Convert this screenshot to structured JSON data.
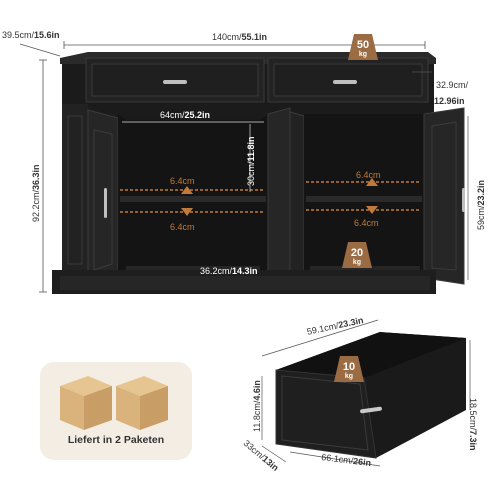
{
  "product": {
    "depth_label": "39.5cm/",
    "depth_label_bold": "15.6in",
    "width_label": "140cm/",
    "width_label_bold": "55.1in",
    "height_label": "92.2cm/",
    "height_label_bold": "36.3in",
    "top_weight": {
      "value": "50",
      "unit": "kg"
    },
    "drawer_depth_label": "32.9cm/",
    "drawer_depth_label_bold": "12.96in",
    "cabinet_width_label": "64cm/",
    "cabinet_width_label_bold": "25.2in",
    "shelf_gap_label": "30cm/",
    "shelf_gap_label_bold": "11.8in",
    "cabinet_height_label": "59cm/",
    "cabinet_height_label_bold": "23.2in",
    "shelf_adjust": [
      "6.4cm",
      "6.4cm",
      "6.4cm",
      "6.4cm"
    ],
    "shelf_weight": {
      "value": "20",
      "unit": "kg"
    },
    "shelf_depth_label": "36.2cm/",
    "shelf_depth_label_bold": "14.3in"
  },
  "drawer": {
    "width_label": "59.1cm/",
    "width_label_bold": "23.3in",
    "height_right_label": "18.5cm/",
    "height_right_label_bold": "7.3in",
    "height_left_label": "11.8cm/",
    "height_left_label_bold": "4.6in",
    "depth_label": "33cm/",
    "depth_label_bold": "13in",
    "front_width_label": "66.1cm/",
    "front_width_label_bold": "26in",
    "weight": {
      "value": "10",
      "unit": "kg"
    }
  },
  "shipping": {
    "label": "Liefert in 2 Paketen"
  },
  "colors": {
    "cabinet": "#1e1e1e",
    "accent": "#9b6b43",
    "ship_bg": "#f4ede4",
    "box": "#d9b27c"
  }
}
